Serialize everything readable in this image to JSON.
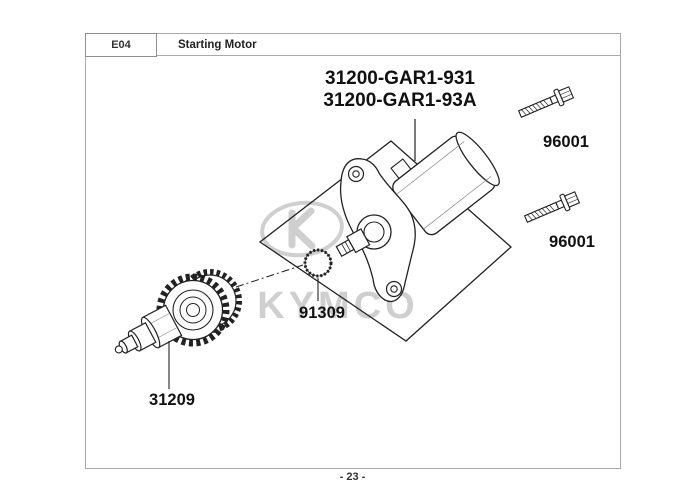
{
  "header": {
    "code": "E04",
    "title": "Starting Motor"
  },
  "footer": {
    "page_number": "- 23 -"
  },
  "watermark": {
    "brand": "KYMCO",
    "color": "#cfcfcf"
  },
  "parts": {
    "motor": {
      "labels": [
        "31200-GAR1-931",
        "31200-GAR1-93A"
      ]
    },
    "bolt_upper": {
      "label": "96001"
    },
    "bolt_lower": {
      "label": "96001"
    },
    "o_ring": {
      "label": "91309"
    },
    "starter_gear": {
      "label": "31209"
    }
  },
  "colors": {
    "line": "#222222",
    "frame_border": "#a9a9a9",
    "watermark": "#cfcfcf"
  }
}
